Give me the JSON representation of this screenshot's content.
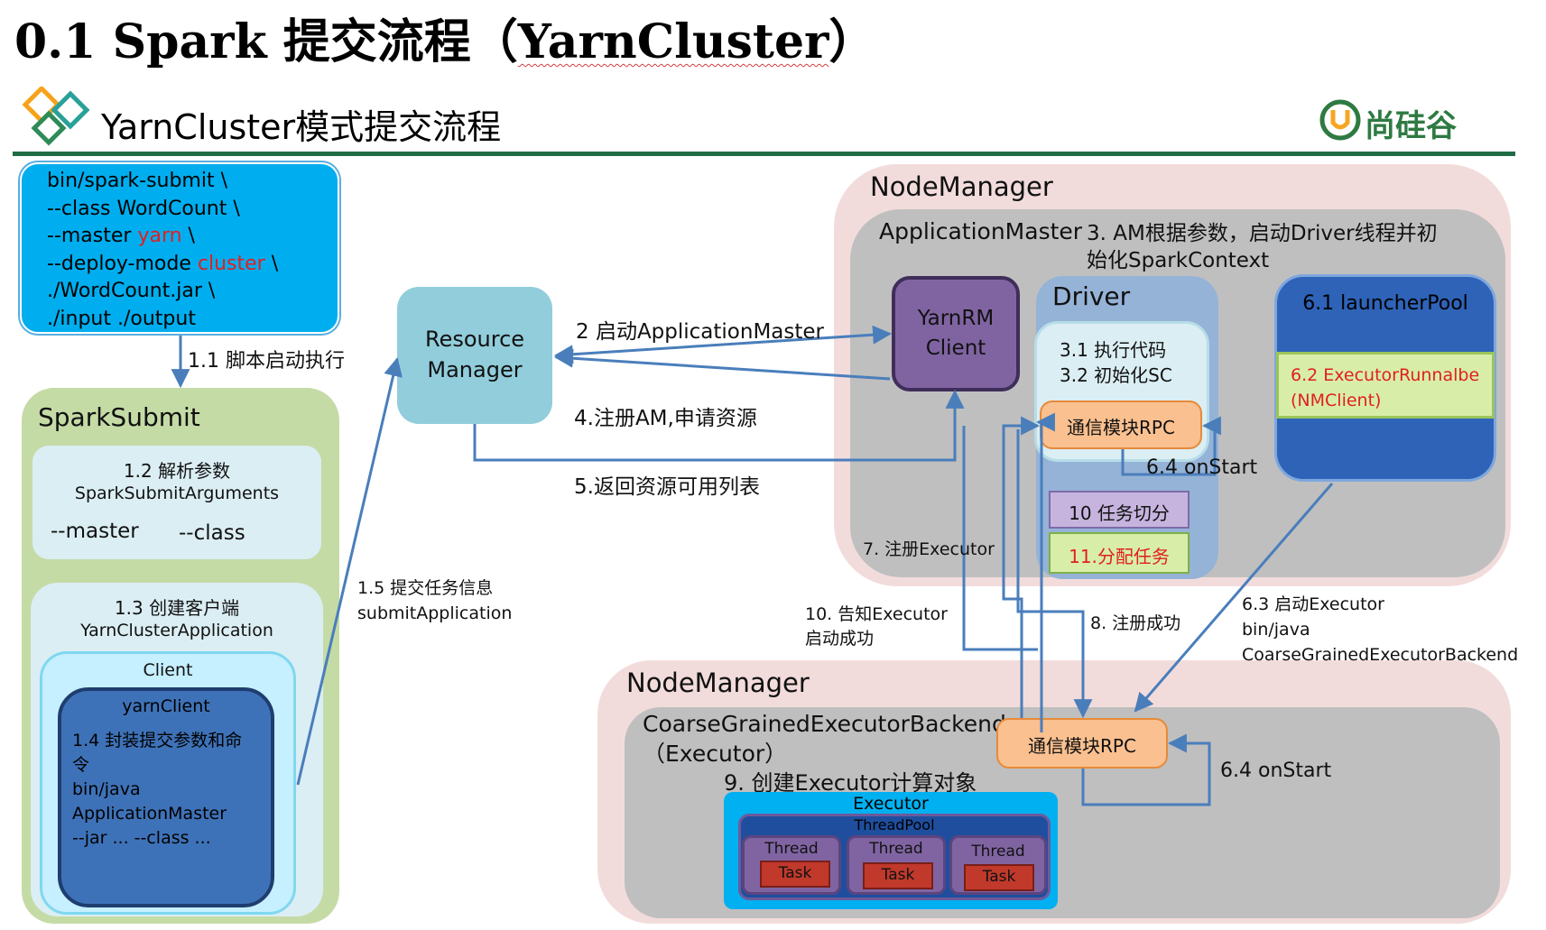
{
  "title": {
    "prefix": "0.1 Spark 提交流程（",
    "wavy": "YarnCluster",
    "suffix": "）"
  },
  "subtitle": "YarnCluster模式提交流程",
  "brand": "尚硅谷",
  "command": {
    "line1": "bin/spark-submit \\",
    "line2": "--class WordCount \\",
    "line3_pre": "--master ",
    "line3_val": "yarn",
    "line3_post": " \\",
    "line4_pre": "--deploy-mode ",
    "line4_val": "cluster",
    "line4_post": " \\",
    "line5": "./WordCount.jar \\",
    "line6": "./input ./output"
  },
  "spark_submit": {
    "title": "SparkSubmit",
    "parse_title": "1.2 解析参数",
    "parse_class": "SparkSubmitArguments",
    "parse_master": "--master",
    "parse_class_flag": "--class",
    "create_title": "1.3 创建客户端",
    "create_class": "YarnClusterApplication",
    "client": "Client",
    "yarn_client": "yarnClient",
    "wrap1": "1.4 封装提交参数和命",
    "wrap2": "令",
    "cmd1": "bin/java",
    "cmd2": "ApplicationMaster",
    "cmd3": "--jar ... --class ..."
  },
  "resource_manager": {
    "line1": "Resource",
    "line2": "Manager"
  },
  "nm1": {
    "title": "NodeManager",
    "am": "ApplicationMaster",
    "step3_line1": "3. AM根据参数，启动Driver线程并初",
    "step3_line2": "始化SparkContext",
    "yarnrm_line1": "YarnRM",
    "yarnrm_line2": "Client",
    "driver": "Driver",
    "exec_code": "3.1 执行代码",
    "init_sc": "3.2 初始化SC",
    "rpc": "通信模块RPC",
    "task_split": "10 任务切分",
    "task_assign": "11.分配任务",
    "launcher_pool": "6.1 launcherPool",
    "runnable_line1": "6.2 ExecutorRunnalbe",
    "runnable_line2": "(NMClient)"
  },
  "nm2": {
    "title": "NodeManager",
    "backend_line1": "CoarseGrainedExecutorBackend",
    "backend_line2": "（Executor）",
    "create_exec": "9. 创建Executor计算对象",
    "rpc": "通信模块RPC",
    "executor": "Executor",
    "thread_pool": "ThreadPool",
    "threads": [
      {
        "thread": "Thread",
        "task": "Task"
      },
      {
        "thread": "Thread",
        "task": "Task"
      },
      {
        "thread": "Thread",
        "task": "Task"
      }
    ]
  },
  "arrows": {
    "a11": "1.1 脚本启动执行",
    "a15_line1": "1.5 提交任务信息",
    "a15_line2": "submitApplication",
    "a2": "2 启动ApplicationMaster",
    "a4": "4.注册AM,申请资源",
    "a5": "5.返回资源可用列表",
    "a64_top": "6.4 onStart",
    "a7": "7. 注册Executor",
    "a10_line1": "10. 告知Executor",
    "a10_line2": "启动成功",
    "a8": "8. 注册成功",
    "a63_line1": "6.3 启动Executor",
    "a63_line2": "bin/java",
    "a63_line3": "CoarseGrainedExecutorBackend",
    "a64_bottom": "6.4 onStart"
  },
  "colors": {
    "arrow": "#4a7ebb",
    "cmd_box": "#00aeef",
    "spark_submit_bg": "#c5dba6",
    "rm": "#92cddc",
    "nm_bg": "#f2dcdb",
    "am_bg": "#bfbfbf",
    "yarnrm": "#8064a2",
    "driver": "#95b3d7",
    "rpc": "#fac090",
    "launcher": "#2e63b8",
    "runnable": "#d8eea8",
    "executor": "#00b0f0"
  }
}
